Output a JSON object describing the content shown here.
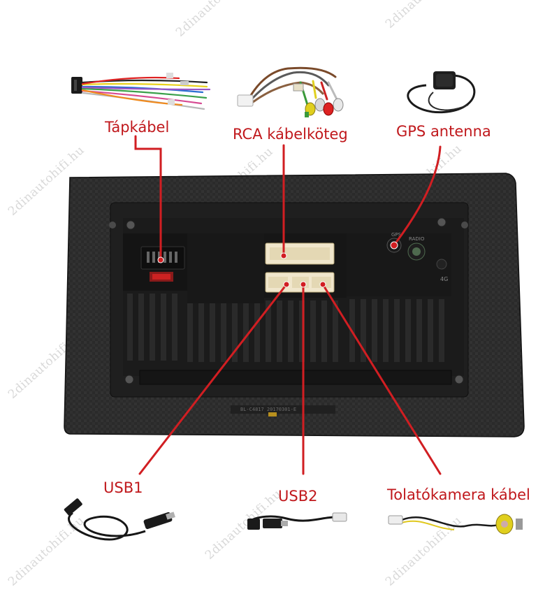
{
  "colors": {
    "label": "#c0181c",
    "line": "#d11e22",
    "unit_body": "#242424",
    "panel": "#1b1b1b",
    "connector": "#f0e6cc"
  },
  "labels": {
    "power": "Tápkábel",
    "rca": "RCA kábelköteg",
    "gps": "GPS antenna",
    "usb1": "USB1",
    "usb2": "USB2",
    "camera": "Tolatókamera kábel"
  },
  "unit": {
    "port_gps": "GPS",
    "port_radio": "RADIO",
    "port_4g": "4G",
    "serial": "BL-C4817 20170301-E"
  },
  "watermark": "2dinautohifi.hu",
  "icons": {
    "power_cable": "power-harness-icon",
    "rca_cable": "rca-harness-icon",
    "gps_antenna": "gps-antenna-icon",
    "usb1_cable": "usb-cable-icon",
    "usb2_cable": "usb-cable-icon",
    "camera_cable": "camera-cable-icon"
  }
}
